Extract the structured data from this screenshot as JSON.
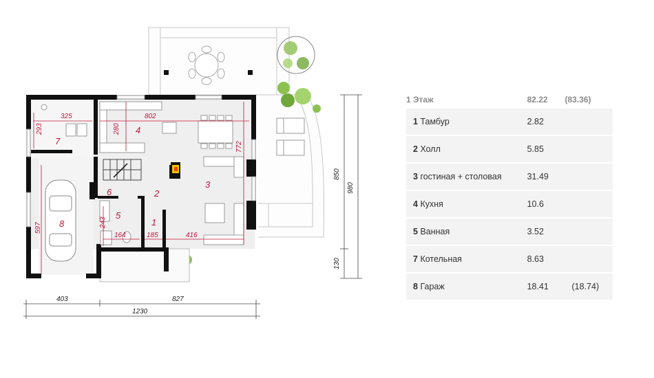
{
  "floor_plan": {
    "rooms": [
      {
        "num": "1"
      },
      {
        "num": "2"
      },
      {
        "num": "3"
      },
      {
        "num": "4"
      },
      {
        "num": "5"
      },
      {
        "num": "6"
      },
      {
        "num": "7"
      },
      {
        "num": "8"
      }
    ],
    "dims": {
      "d325": "325",
      "d802": "802",
      "d293": "293",
      "d280": "280",
      "d772": "772",
      "d597": "597",
      "d243": "243",
      "d164": "164",
      "d185": "185",
      "d416": "416",
      "d403": "403",
      "d827": "827",
      "d1230": "1230",
      "d850": "850",
      "d980": "980",
      "d130": "130"
    }
  },
  "area_table": {
    "header": {
      "label": "1 Этаж",
      "area": "82.22",
      "area_alt": "(83.36)"
    },
    "rows": [
      {
        "num": "1",
        "name": "Тамбур",
        "area": "2.82",
        "area_alt": ""
      },
      {
        "num": "2",
        "name": "Холл",
        "area": "5.85",
        "area_alt": ""
      },
      {
        "num": "3",
        "name": "гостиная + столовая",
        "area": "31.49",
        "area_alt": ""
      },
      {
        "num": "4",
        "name": "Кухня",
        "area": "10.6",
        "area_alt": ""
      },
      {
        "num": "5",
        "name": "Ванная",
        "area": "3.52",
        "area_alt": ""
      },
      {
        "num": "7",
        "name": "Котельная",
        "area": "8.63",
        "area_alt": ""
      },
      {
        "num": "8",
        "name": "Гараж",
        "area": "18.41",
        "area_alt": "(18.74)"
      }
    ]
  },
  "colors": {
    "accent": "#c0143c",
    "wall": "#111111",
    "floor": "#ececec",
    "fireplace": "#f2c200"
  }
}
